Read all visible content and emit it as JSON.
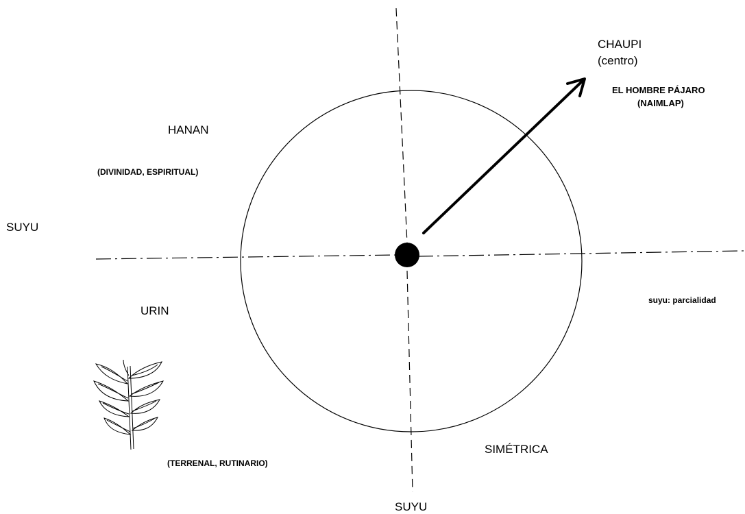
{
  "labels": {
    "chaupi": "CHAUPI",
    "centro": "(centro)",
    "hombre_pajaro": "EL HOMBRE PÁJARO",
    "naimlap": "(NAIMLAP)",
    "hanan": "HANAN",
    "divinidad": "(DIVINIDAD, ESPIRITUAL)",
    "suyu_left": "SUYU",
    "urin": "URIN",
    "suyu_note": "suyu: parcialidad",
    "terrenal": "(TERRENAL, RUTINARIO)",
    "simetrica": "SIMÉTRICA",
    "suyu_bottom": "SUYU"
  },
  "colors": {
    "ink": "#000000",
    "background": "#ffffff"
  },
  "icons": {
    "plant": "fern-leaf-drawing"
  }
}
